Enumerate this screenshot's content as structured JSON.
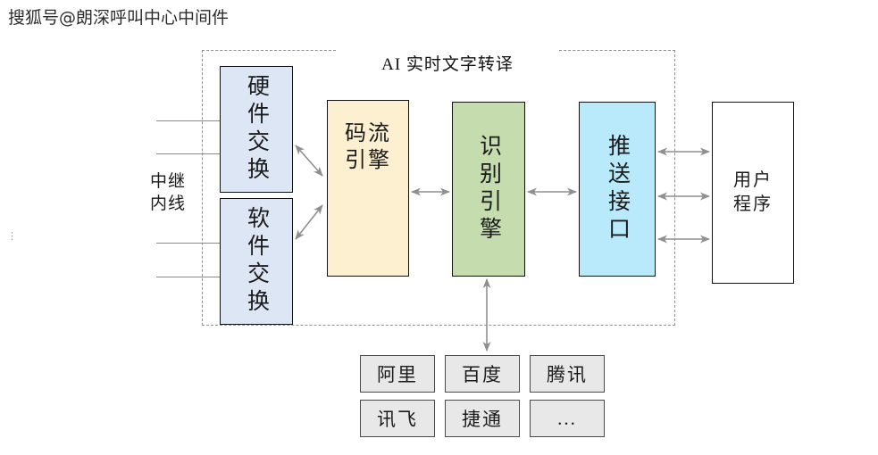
{
  "watermark": {
    "text": "搜狐号@朗深呼叫中心中间件",
    "dots": "⋮"
  },
  "diagram": {
    "region_title": "AI 实时文字转译",
    "left_label": "中继\n内线",
    "left_label_line1": "中继",
    "left_label_line2": "内线",
    "nodes": [
      {
        "id": "hardware-switch",
        "label": "硬件交换",
        "color": "#dce6f4",
        "orientation": "vertical"
      },
      {
        "id": "software-switch",
        "label": "软件交换",
        "color": "#dce6f4",
        "orientation": "vertical"
      },
      {
        "id": "stream-engine",
        "label_line1": "码流",
        "label_line2": "引擎",
        "color": "#fdf0d0",
        "orientation": "horizontal"
      },
      {
        "id": "recognition-engine",
        "label": "识别引擎",
        "color": "#c5dcae",
        "orientation": "vertical"
      },
      {
        "id": "push-interface",
        "label": "推送接口",
        "color": "#b9eafb",
        "orientation": "vertical"
      },
      {
        "id": "user-program",
        "label_line1": "用户",
        "label_line2": "程序",
        "color": "#ffffff",
        "orientation": "horizontal"
      }
    ],
    "node_labels": {
      "hardware_switch": "硬件交换",
      "software_switch": "软件交换",
      "stream_engine_line1": "码流",
      "stream_engine_line2": "引擎",
      "recognition_engine": "识别引擎",
      "push_interface": "推送接口",
      "user_program_line1": "用户",
      "user_program_line2": "程序"
    },
    "vendors": [
      "阿里",
      "百度",
      "腾讯",
      "讯飞",
      "捷通",
      "..."
    ],
    "colors": {
      "switch_fill": "#dce6f4",
      "stream_fill": "#fdf0d0",
      "recognition_fill": "#c5dcae",
      "push_fill": "#b9eafb",
      "user_fill": "#ffffff",
      "vendor_fill": "#e8e8e8",
      "border": "#111111",
      "dashed_border": "#8f8f8f",
      "arrow": "#8a8a8a"
    }
  }
}
